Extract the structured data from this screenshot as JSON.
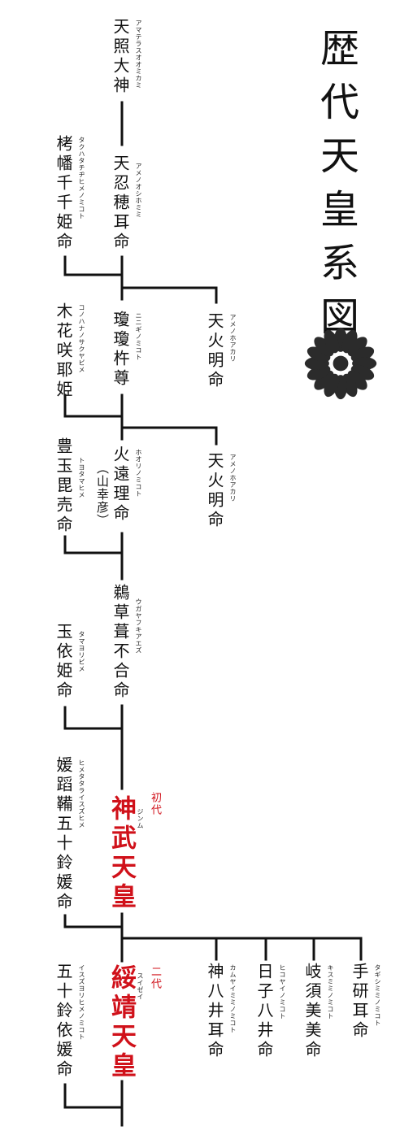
{
  "title": "歴代天皇系図",
  "colors": {
    "line": "#111111",
    "emperor": "#d0111a",
    "crest": "#2b2b2b"
  },
  "crest": "chrysanthemum-crest",
  "people": {
    "amaterasu": {
      "name": "天照大神",
      "ruby": "アマテラスオオミカミ"
    },
    "takuhata": {
      "name": "栲幡千千姫命",
      "ruby": "タクハタチヂヒメノミコト"
    },
    "oshihomimi": {
      "name": "天忍穂耳命",
      "ruby": "アメノオシホミミ"
    },
    "konohana": {
      "name": "木花咲耶姫",
      "ruby": "コノハナノサクヤビメ"
    },
    "ninigi": {
      "name": "瓊瓊杵尊",
      "ruby": "ニニギノミコト"
    },
    "hoakari1": {
      "name": "天火明命",
      "ruby": "アメノホアカリ"
    },
    "toyotama": {
      "name": "豊玉毘売命",
      "ruby": "トヨタマヒメ"
    },
    "hoori": {
      "name": "火遠理命",
      "ruby": "ホオリノミコト",
      "alias": "（山幸彦）"
    },
    "hoakari2": {
      "name": "天火明命",
      "ruby": "アメノホアカリ"
    },
    "ugaya": {
      "name": "鵜草葺不合命",
      "ruby": "ウガヤフキアエズ"
    },
    "tamayori": {
      "name": "玉依姫命",
      "ruby": "タマヨリビメ"
    },
    "himetatara": {
      "name": "媛蹈鞴五十鈴媛命",
      "ruby": "ヒメタタライスズヒメ"
    },
    "jimmu": {
      "name": "神武天皇",
      "ruby": "ジンム",
      "gen": "初代"
    },
    "isuzuyori": {
      "name": "五十鈴依媛命",
      "ruby": "イスズヨリヒメノミコト"
    },
    "suizei": {
      "name": "綏靖天皇",
      "ruby": "スイゼイ",
      "gen": "二代"
    },
    "kamuyai": {
      "name": "神八井耳命",
      "ruby": "カムヤイミミノミコト"
    },
    "hikoyai": {
      "name": "日子八井命",
      "ruby": "ヒコヤイノミコト"
    },
    "kisumimi": {
      "name": "岐須美美命",
      "ruby": "キスミミノミコト"
    },
    "tagishimimi": {
      "name": "手研耳命",
      "ruby": "タギシミミノミコト"
    }
  }
}
